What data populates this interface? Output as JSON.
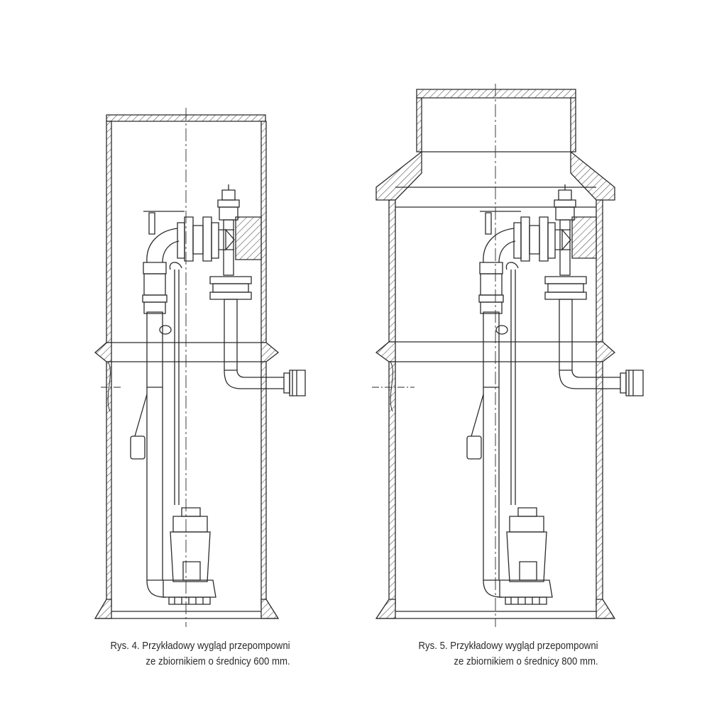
{
  "figures": [
    {
      "id": "rys4",
      "caption_line1": "Rys. 4. Przykładowy wygląd przepompowni",
      "caption_line2": "ze zbiornikiem o średnicy 600 mm."
    },
    {
      "id": "rys5",
      "caption_line1": "Rys. 5. Przykładowy wygląd przepompowni",
      "caption_line2": "ze zbiornikiem o średnicy 800 mm."
    }
  ],
  "colors": {
    "line": "#2b2b2b",
    "hatch": "#555555",
    "background": "#ffffff"
  }
}
